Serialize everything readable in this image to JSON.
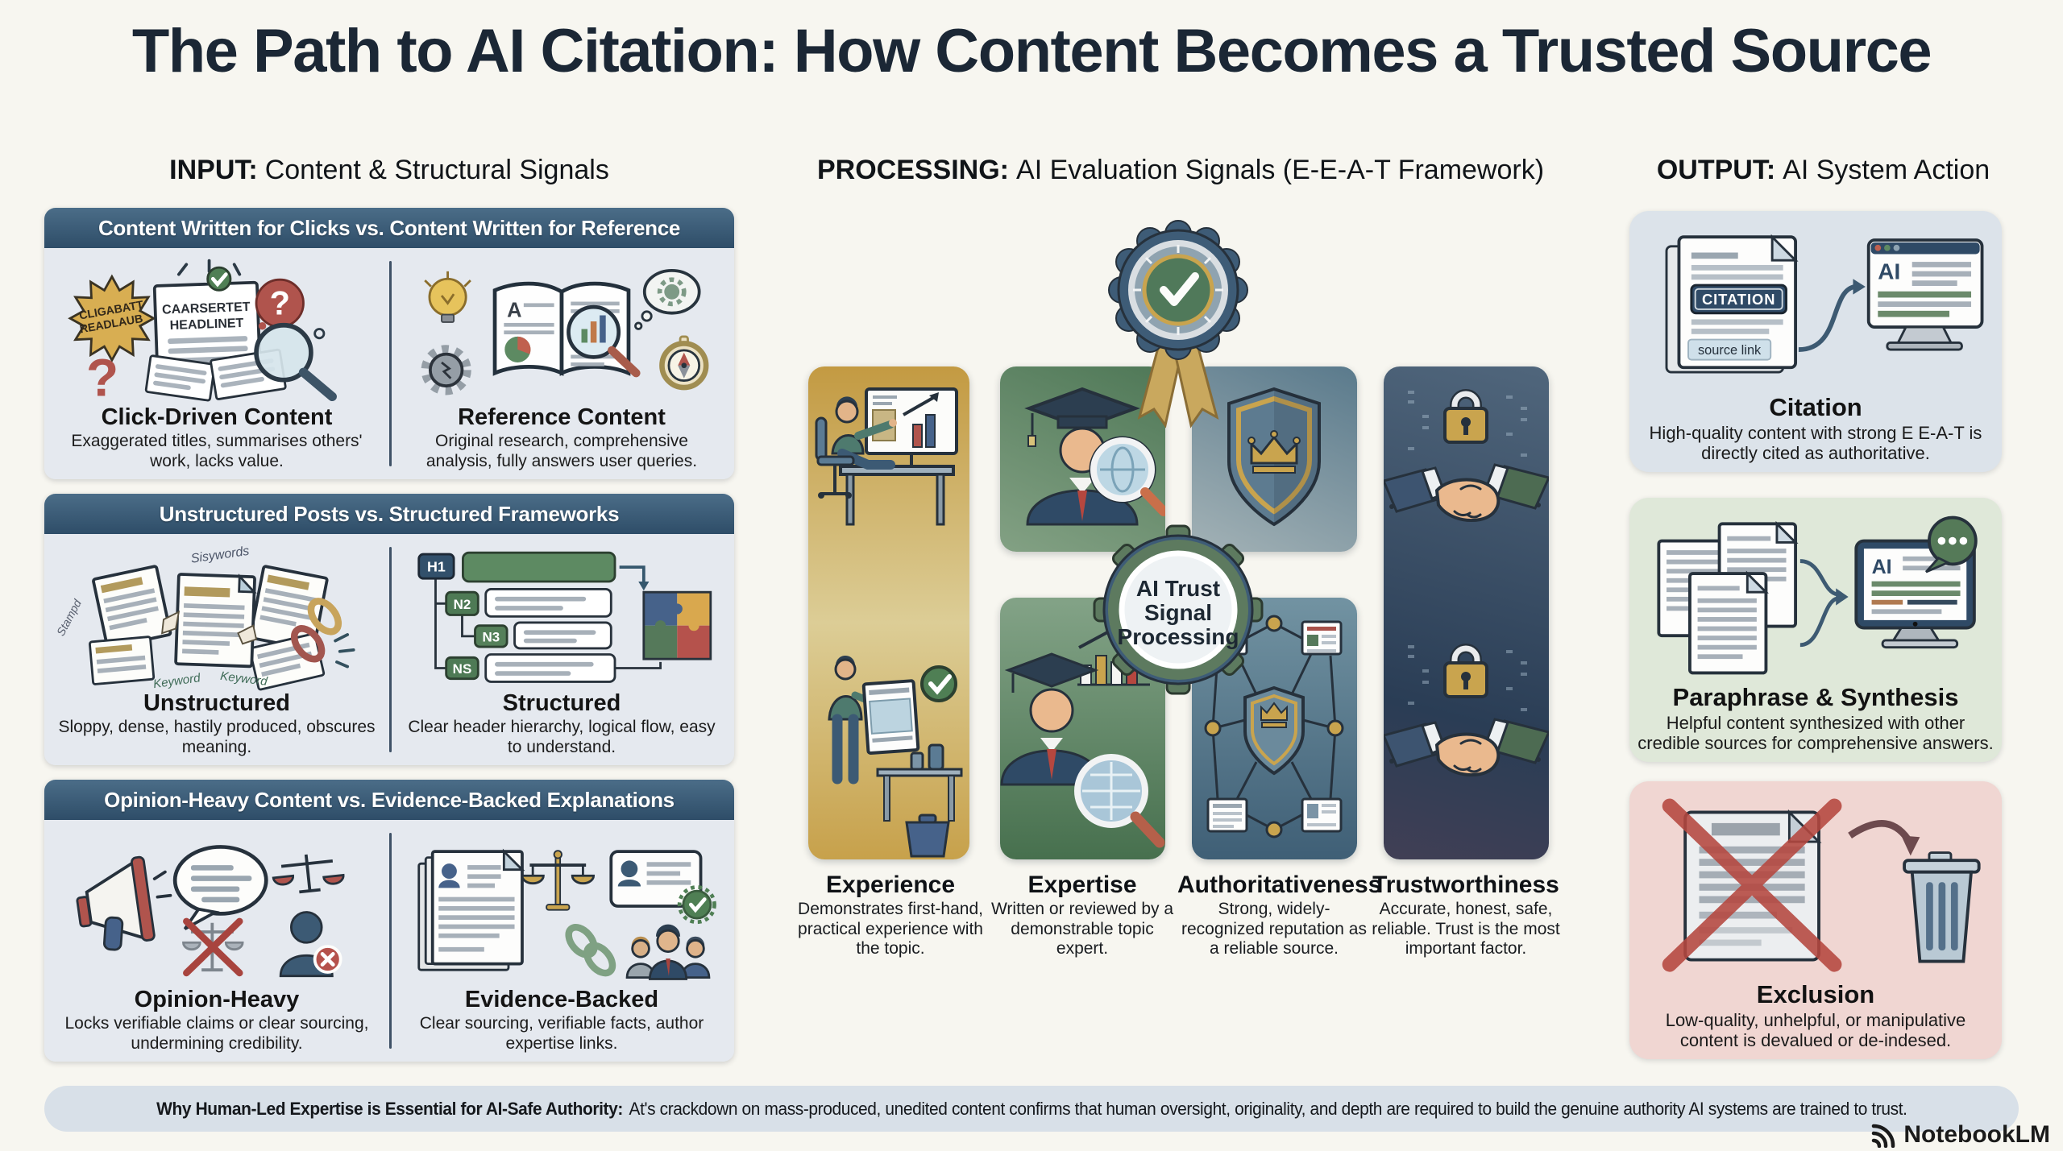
{
  "page": {
    "title": "The Path to AI Citation: How Content Becomes a Trusted Source"
  },
  "headers": {
    "input": {
      "lead": "INPUT:",
      "rest": "Content & Structural Signals"
    },
    "processing": {
      "lead": "PROCESSING:",
      "rest": "AI Evaluation Signals (E-E-A-T Framework)"
    },
    "output": {
      "lead": "OUTPUT:",
      "rest": "AI System Action"
    }
  },
  "input_cards": [
    {
      "header": "Content Written for Clicks vs. Content Written for Reference",
      "left": {
        "title": "Click-Driven Content",
        "caption": "Exaggerated titles, summarises others' work, lacks value.",
        "art": {
          "starburst_top": "CLIGABATT",
          "starburst_bottom": "READLAUB",
          "headline_top": "CAARSERTET",
          "headline_bottom": "HEADLINET",
          "question_mark": "?"
        }
      },
      "right": {
        "title": "Reference Content",
        "caption": "Original research, comprehensive analysis, fully answers user queries.",
        "art": {
          "page_letter": "A"
        }
      }
    },
    {
      "header": "Unstructured Posts vs. Structured Frameworks",
      "left": {
        "title": "Unstructured",
        "caption": "Sloppy, dense, hastily produced, obscures meaning.",
        "art": {
          "label_top": "Sisywords",
          "label_side": "Stampd",
          "keyword1": "Keyword",
          "keyword2": "Keyword"
        }
      },
      "right": {
        "title": "Structured",
        "caption": "Clear header hierarchy, logical flow, easy to understand.",
        "art": {
          "h1": "H1",
          "n2": "N2",
          "n3": "N3",
          "ns": "NS"
        }
      }
    },
    {
      "header": "Opinion-Heavy Content vs. Evidence-Backed Explanations",
      "left": {
        "title": "Opinion-Heavy",
        "caption": "Locks verifiable claims or clear sourcing, undermining credibility."
      },
      "right": {
        "title": "Evidence-Backed",
        "caption": "Clear sourcing, verifiable facts, author expertise links."
      }
    }
  ],
  "processing": {
    "center_badge": {
      "line1": "AI Trust",
      "line2": "Signal",
      "line3": "Processing"
    },
    "pillars": [
      {
        "name": "Experience",
        "caption": "Demonstrates first-hand, practical experience with the topic."
      },
      {
        "name": "Expertise",
        "caption": "Written or reviewed by a demonstrable topic expert."
      },
      {
        "name": "Authoritativeness",
        "caption": "Strong, widely-recognized reputation as a reliable source."
      },
      {
        "name": "Trustworthiness",
        "caption": "Accurate, honest, safe, reliable. Trust is the most important factor."
      }
    ]
  },
  "output_cards": [
    {
      "title": "Citation",
      "caption": "High-quality content with strong E E-A-T is directly cited as authoritative.",
      "art": {
        "badge": "CITATION",
        "link": "source link",
        "ai": "AI"
      }
    },
    {
      "title": "Paraphrase & Synthesis",
      "caption": "Helpful content synthesized with other credible sources for comprehensive answers.",
      "art": {
        "ai": "AI"
      }
    },
    {
      "title": "Exclusion",
      "caption": "Low-quality, unhelpful, or manipulative content is devalued or de-indesed."
    }
  ],
  "footer": {
    "lead": "Why Human-Led Expertise is Essential for AI-Safe Authority:",
    "rest": "At's crackdown on mass-produced, unedited content confirms that human oversight, originality, and depth are required to build the genuine authority AI systems are trained to trust.",
    "brand": "NotebookLM"
  }
}
